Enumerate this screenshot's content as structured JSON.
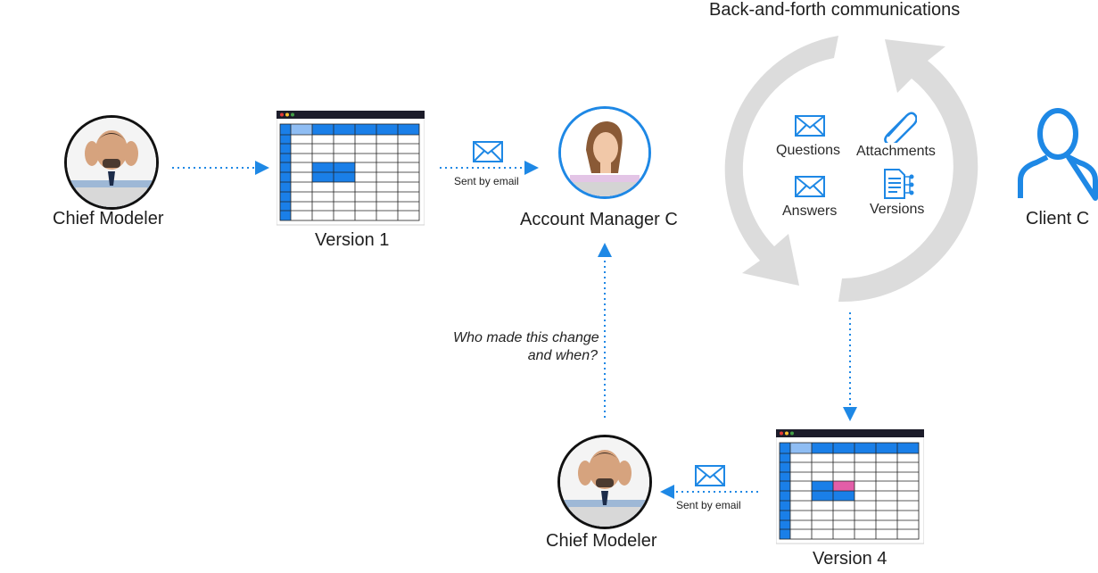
{
  "title": "Back-and-forth communications",
  "nodes": {
    "chief_modeler_top": "Chief Modeler",
    "version1": "Version 1",
    "account_manager": "Account Manager C",
    "client": "Client C",
    "chief_modeler_bottom": "Chief Modeler",
    "version4": "Version 4"
  },
  "edge_labels": {
    "sent_top": "Sent by email",
    "sent_bottom": "Sent by email",
    "question_line1": "Who made this change",
    "question_line2": "and when?"
  },
  "cycle_items": {
    "questions": "Questions",
    "attachments": "Attachments",
    "answers": "Answers",
    "versions": "Versions"
  },
  "icons": {
    "avatar_top": "stressed-man-photo",
    "avatar_manager": "woman-photo",
    "avatar_bottom": "stressed-man-photo",
    "client": "user-outline-icon",
    "mail": "envelope-icon",
    "attachment": "paperclip-icon",
    "versions": "document-tree-icon",
    "sheet": "spreadsheet-window-icon"
  },
  "colors": {
    "accent": "#1e88e5",
    "cell_blue": "#1a7fe8",
    "cell_pink": "#e35ea8",
    "arrow_gray": "#dcdcdc",
    "titlebar": "#1c1c2a"
  }
}
